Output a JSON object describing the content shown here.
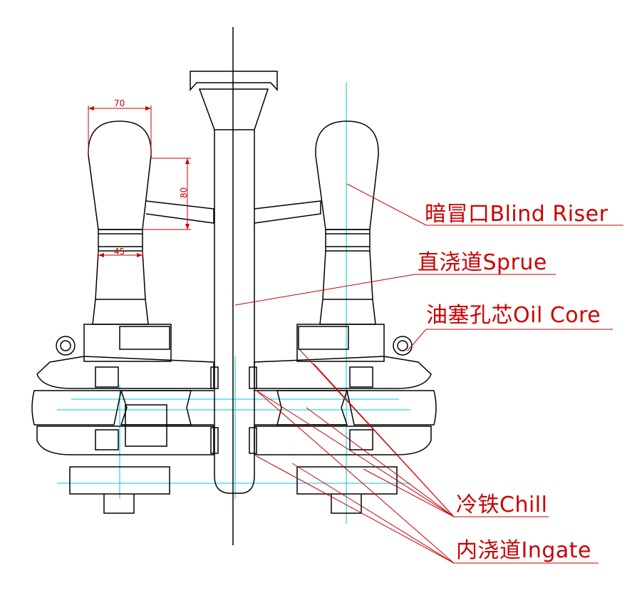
{
  "dimensions": {
    "top_width": "70",
    "riser_height": "80",
    "neck_width": "45"
  },
  "labels": {
    "blind_riser": "暗冒口Blind Riser",
    "sprue": "直浇道Sprue",
    "oil_core": "油塞孔芯Oil Core",
    "chill": "冷铁Chill",
    "ingate": "内浇道Ingate"
  },
  "colors": {
    "outline": "#000000",
    "centerline": "#00c8d8",
    "annotation": "#cc0000",
    "background": "#ffffff"
  }
}
